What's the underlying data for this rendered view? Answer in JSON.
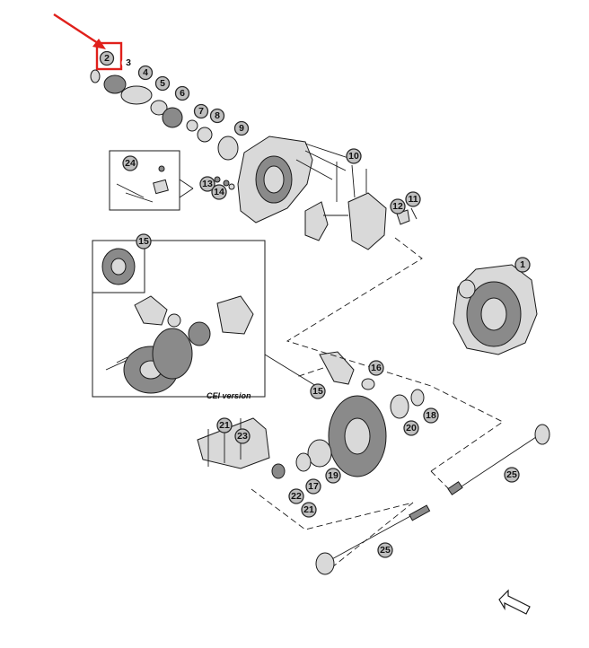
{
  "callouts": [
    {
      "label": "2"
    },
    {
      "label": "3"
    },
    {
      "label": "4"
    },
    {
      "label": "5"
    },
    {
      "label": "6"
    },
    {
      "label": "7"
    },
    {
      "label": "8"
    },
    {
      "label": "9"
    },
    {
      "label": "10"
    },
    {
      "label": "11"
    },
    {
      "label": "12"
    },
    {
      "label": "13"
    },
    {
      "label": "14"
    },
    {
      "label": "24"
    },
    {
      "label": "15"
    },
    {
      "label": "1"
    },
    {
      "label": "16"
    },
    {
      "label": "15"
    },
    {
      "label": "18"
    },
    {
      "label": "20"
    },
    {
      "label": "21"
    },
    {
      "label": "23"
    },
    {
      "label": "19"
    },
    {
      "label": "17"
    },
    {
      "label": "22"
    },
    {
      "label": "21"
    },
    {
      "label": "25"
    },
    {
      "label": "25"
    }
  ],
  "inset_caption": "CEI version",
  "highlight_color": "#e0201b",
  "accent_color": "#e0201b"
}
